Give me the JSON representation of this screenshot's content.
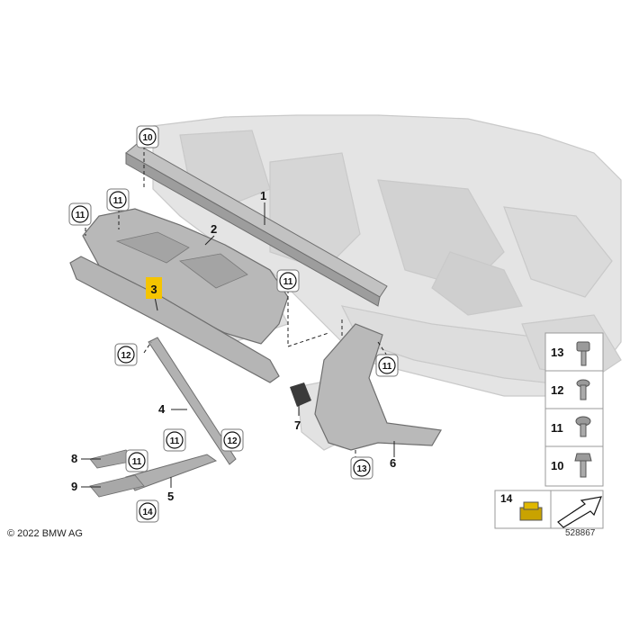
{
  "diagram": {
    "copyright": "© 2022 BMW AG",
    "doc_number": "528867",
    "callouts": [
      {
        "id": "c10-top",
        "label": "10",
        "circled": true
      },
      {
        "id": "c11-a",
        "label": "11",
        "circled": true
      },
      {
        "id": "c11-b",
        "label": "11",
        "circled": true
      },
      {
        "id": "c1",
        "label": "1",
        "circled": false
      },
      {
        "id": "c2",
        "label": "2",
        "circled": false
      },
      {
        "id": "c3",
        "label": "3",
        "circled": false,
        "highlighted": true
      },
      {
        "id": "c11-c",
        "label": "11",
        "circled": true
      },
      {
        "id": "c12-a",
        "label": "12",
        "circled": true
      },
      {
        "id": "c11-d",
        "label": "11",
        "circled": true
      },
      {
        "id": "c4",
        "label": "4",
        "circled": false
      },
      {
        "id": "c7",
        "label": "7",
        "circled": false
      },
      {
        "id": "c11-e",
        "label": "11",
        "circled": true
      },
      {
        "id": "c12-b",
        "label": "12",
        "circled": true
      },
      {
        "id": "c8",
        "label": "8",
        "circled": false
      },
      {
        "id": "c11-f",
        "label": "11",
        "circled": true
      },
      {
        "id": "c9",
        "label": "9",
        "circled": false
      },
      {
        "id": "c5",
        "label": "5",
        "circled": false
      },
      {
        "id": "c14-a",
        "label": "14",
        "circled": true
      },
      {
        "id": "c13-a",
        "label": "13",
        "circled": true
      },
      {
        "id": "c6",
        "label": "6",
        "circled": false
      }
    ],
    "legend": [
      {
        "label": "13",
        "part": "bolt"
      },
      {
        "label": "12",
        "part": "screw"
      },
      {
        "label": "11",
        "part": "torx-screw"
      },
      {
        "label": "10",
        "part": "hex-bolt"
      },
      {
        "label": "14",
        "part": "clip-nut"
      }
    ],
    "colors": {
      "ghost": "#d9d9d9",
      "ghost_line": "#c4c4c4",
      "part_fill": "#bdbdbd",
      "part_dark": "#6e6e6e",
      "highlight": "#f5c400",
      "text": "#111111"
    }
  }
}
